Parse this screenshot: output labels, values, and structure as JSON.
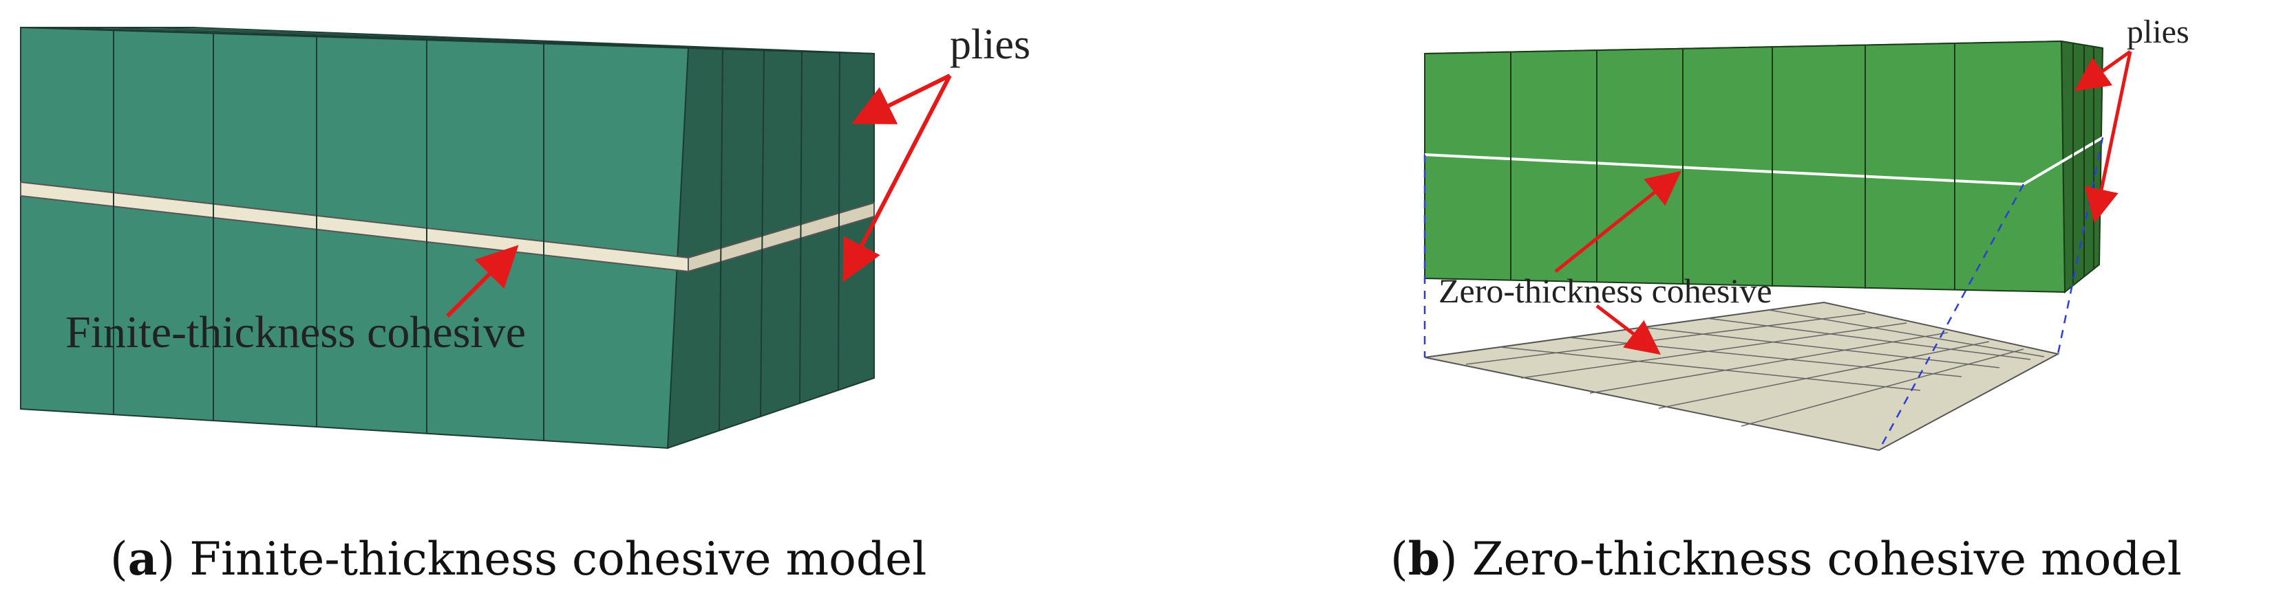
{
  "panel_a": {
    "label_plies": "plies",
    "label_cohesive": "Finite-thickness cohesive",
    "caption_letter": "a",
    "caption_text": "Finite-thickness cohesive model"
  },
  "panel_b": {
    "label_plies": "plies",
    "label_cohesive": "Zero-thickness cohesive",
    "caption_letter": "b",
    "caption_text": "Zero-thickness cohesive model"
  },
  "colors": {
    "ply_front_a": "#3d8c73",
    "ply_side_a": "#2a5f4e",
    "ply_top_a": "#4a9a80",
    "cohesive_layer_a": "#ece5cf",
    "ply_front_b": "#4aa04a",
    "ply_side_b": "#2f6e2f",
    "ply_top_b": "#5bb55b",
    "cohesive_plane_b": "#d8d5c0",
    "arrow": "#e41a1a",
    "projection_lines": "#2b3fd6"
  }
}
